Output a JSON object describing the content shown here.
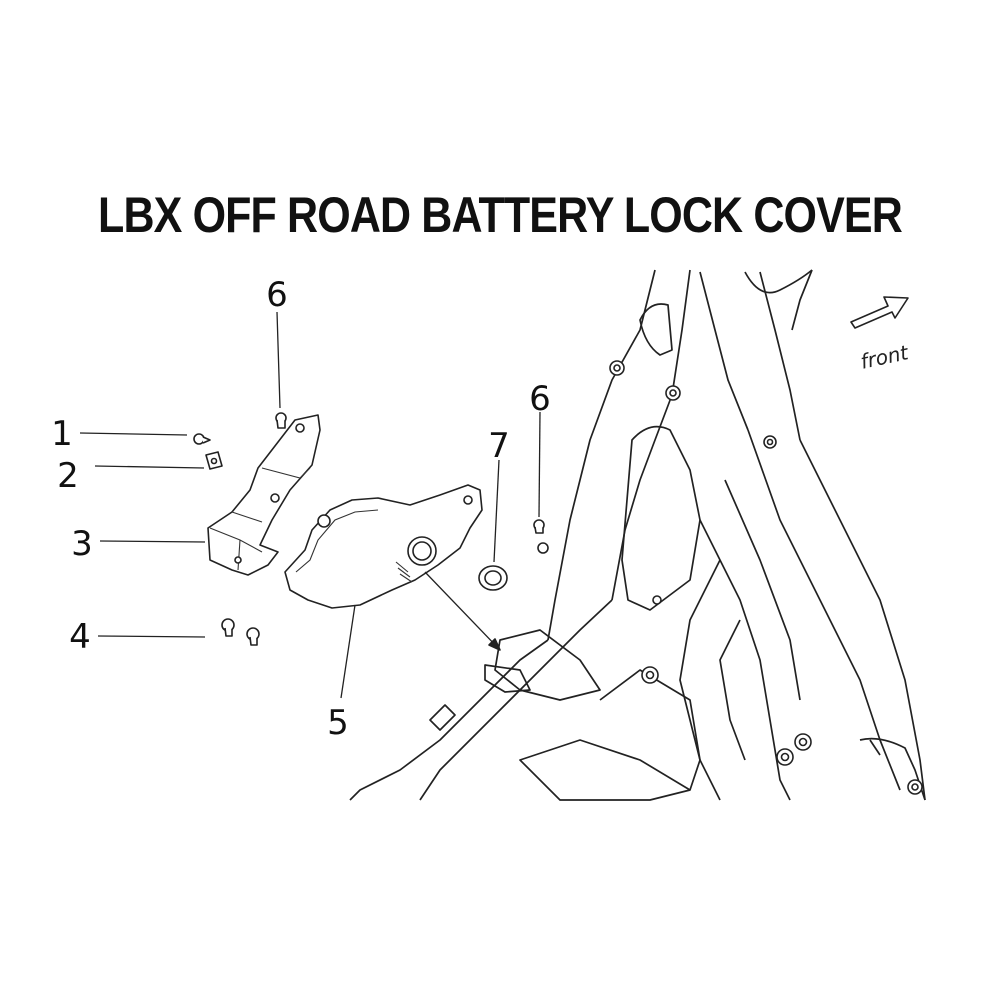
{
  "title": "LBX OFF ROAD BATTERY LOCK COVER",
  "direction_label": "front",
  "callouts": [
    {
      "id": "callout-1",
      "number": "1"
    },
    {
      "id": "callout-2",
      "number": "2"
    },
    {
      "id": "callout-3",
      "number": "3"
    },
    {
      "id": "callout-4",
      "number": "4"
    },
    {
      "id": "callout-5",
      "number": "5"
    },
    {
      "id": "callout-6-left",
      "number": "6"
    },
    {
      "id": "callout-6-right",
      "number": "6"
    },
    {
      "id": "callout-7",
      "number": "7"
    }
  ],
  "icons": {
    "direction": "front-arrow-icon"
  }
}
